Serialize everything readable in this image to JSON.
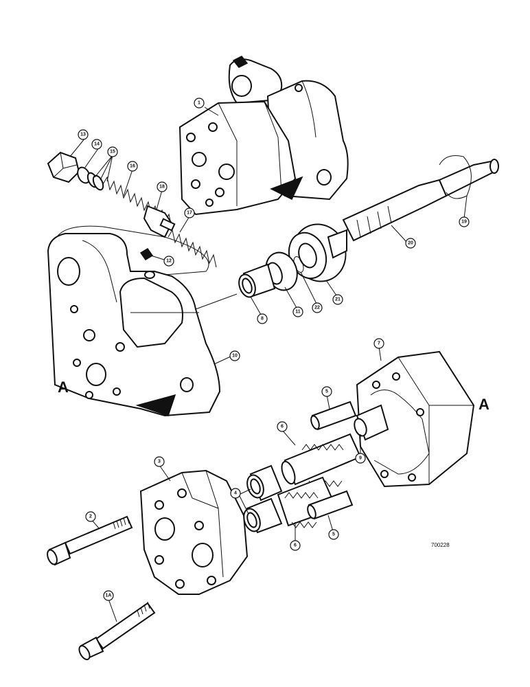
{
  "diagram": {
    "reference_code": "700228",
    "section_marks": [
      "A",
      "A"
    ],
    "callouts": [
      "1",
      "13",
      "14",
      "15",
      "16",
      "18",
      "17",
      "12",
      "8",
      "11",
      "22",
      "21",
      "20",
      "19",
      "10",
      "7",
      "5",
      "6",
      "9",
      "3",
      "2",
      "4",
      "6",
      "5",
      "1A"
    ]
  }
}
